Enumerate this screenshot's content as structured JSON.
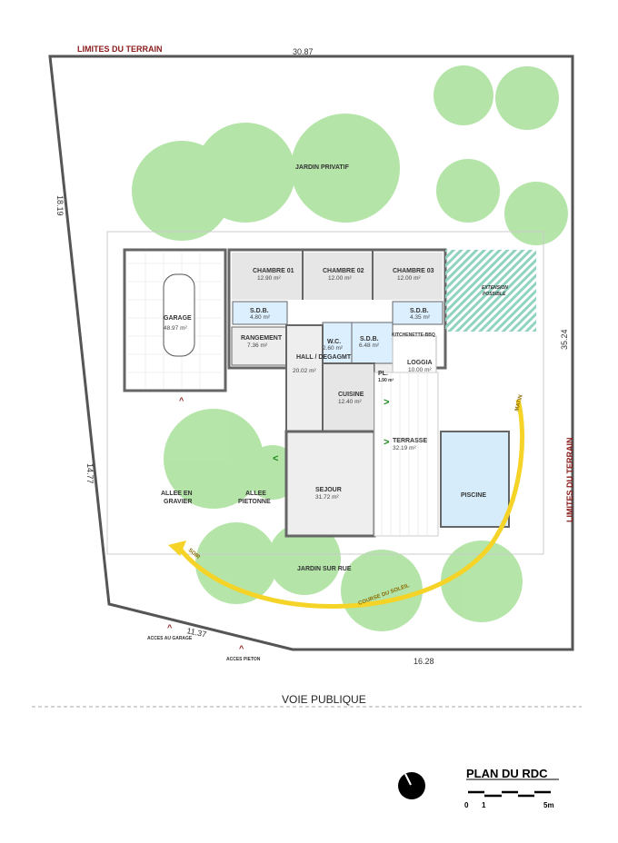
{
  "site": {
    "boundary_label_top": "LIMITES DU TERRAIN",
    "boundary_label_right": "LIMITES DU TERRAIN",
    "dims": {
      "top": "30.87",
      "left_upper": "18.19",
      "left_lower": "14.77",
      "right": "35.24",
      "bottom_left": "11.37",
      "bottom_right": "16.28"
    },
    "street": "VOIE PUBLIQUE"
  },
  "garden": {
    "private": "JARDIN PRIVATIF",
    "street": "JARDIN SUR RUE",
    "gravel": [
      "ALLEE EN",
      "GRAVIER"
    ],
    "path": [
      "ALLEE",
      "PIETONNE"
    ]
  },
  "rooms": [
    {
      "name": "GARAGE",
      "area": "48.97 m²"
    },
    {
      "name": "CHAMBRE 01",
      "area": "12.90 m²"
    },
    {
      "name": "CHAMBRE 02",
      "area": "12.00 m²"
    },
    {
      "name": "CHAMBRE 03",
      "area": "12.00 m²"
    },
    {
      "name": "S.D.B.",
      "area": "4.80 m²"
    },
    {
      "name": "S.D.B.",
      "area": "4.35 m²"
    },
    {
      "name": "RANGEMENT",
      "area": "7.36 m²"
    },
    {
      "name": "W.C.",
      "area": "2.60 m²"
    },
    {
      "name": "S.D.B.",
      "area": "6.48 m²"
    },
    {
      "name": "HALL / DEGAGMT",
      "area": "20.02 m²"
    },
    {
      "name": "PL.",
      "area": "1.90 m²"
    },
    {
      "name": "LOGGIA",
      "area": "10.00 m²"
    },
    {
      "name": "CUISINE",
      "area": "12.40 m²"
    },
    {
      "name": "TERRASSE",
      "area": "32.19 m²"
    },
    {
      "name": "SEJOUR",
      "area": "31.72 m²"
    },
    {
      "name": "PISCINE",
      "area": ""
    }
  ],
  "extension": {
    "line1": "EXTENSION",
    "line2": "POSSIBLE"
  },
  "kitchenette": "KITCHENETTE-BBQ",
  "access": {
    "garage": "ACCES AU GARAGE",
    "pedestrian": "ACCES PIETON"
  },
  "sun": {
    "course": "COURSE DU SOLEIL",
    "morning": "MATIN",
    "evening": "SOIR"
  },
  "title": "PLAN DU RDC",
  "scale": {
    "zero": "0",
    "one": "1",
    "five": "5m"
  },
  "colors": {
    "tree": "#a8e09a",
    "sun_arc": "#f5d327",
    "pool": "#d6ecfb",
    "wet_room": "#dcefff",
    "arrow": "#cc1111",
    "green_arrow": "#1c8a1c"
  }
}
